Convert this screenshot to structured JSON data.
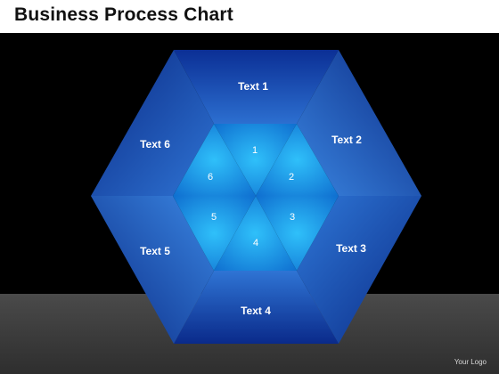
{
  "title": "Business Process Chart",
  "logo": "Your Logo",
  "colors": {
    "background": "#000000",
    "title_bar": "#ffffff",
    "title_text": "#111111",
    "outer_dark": "#0a2a8a",
    "outer_light": "#2f74d4",
    "inner_dark": "#0d63c8",
    "inner_light": "#29b6f6"
  },
  "segments": [
    {
      "label": "Text 1",
      "number": "1"
    },
    {
      "label": "Text 2",
      "number": "2"
    },
    {
      "label": "Text 3",
      "number": "3"
    },
    {
      "label": "Text 4",
      "number": "4"
    },
    {
      "label": "Text 5",
      "number": "5"
    },
    {
      "label": "Text 6",
      "number": "6"
    }
  ]
}
